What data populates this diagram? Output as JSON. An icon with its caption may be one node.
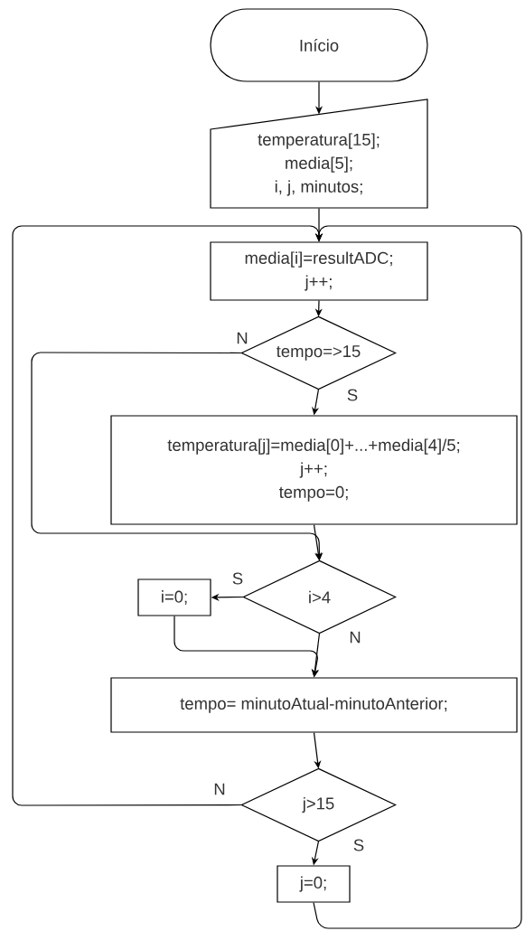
{
  "diagram": {
    "nodes": [
      {
        "text": [
          "Início"
        ]
      },
      {
        "text": [
          "temperatura[15];",
          "media[5];",
          "i, j, minutos;"
        ]
      },
      {
        "text": [
          "media[i]=resultADC;",
          "j++;"
        ]
      },
      {
        "text": [
          "tempo=>15"
        ]
      },
      {
        "text": [
          "temperatura[j]=media[0]+...+media[4]/5;",
          "j++;",
          "tempo=0;"
        ]
      },
      {
        "text": [
          "i>4"
        ]
      },
      {
        "text": [
          "i=0;"
        ]
      },
      {
        "text": [
          "tempo= minutoAtual-minutoAnterior;"
        ]
      },
      {
        "text": [
          "j>15"
        ]
      },
      {
        "text": [
          "j=0;"
        ]
      }
    ],
    "edges": [
      {
        "from": 0,
        "to": 1,
        "arrow": "to"
      },
      {
        "from": 1,
        "to": 2,
        "arrow": "to"
      },
      {
        "from": 2,
        "to": 3,
        "arrow": "to"
      },
      {
        "from": 3,
        "to": 4,
        "arrow": "to",
        "label": "S"
      },
      {
        "from": 3,
        "to": 5,
        "arrow": "to",
        "label": "N"
      },
      {
        "from": 4,
        "to": 5,
        "arrow": "to"
      },
      {
        "from": 5,
        "to": 6,
        "arrow": "to",
        "label": "S"
      },
      {
        "from": 6,
        "to": 7,
        "arrow": "to"
      },
      {
        "from": 5,
        "to": 7,
        "arrow": "to",
        "label": "N"
      },
      {
        "from": 7,
        "to": 8,
        "arrow": "to"
      },
      {
        "from": 8,
        "to": 2,
        "arrow": "to",
        "label": "N"
      },
      {
        "from": 8,
        "to": 9,
        "arrow": "to",
        "label": "S"
      },
      {
        "from": 9,
        "to": 2,
        "arrow": "to"
      }
    ]
  }
}
